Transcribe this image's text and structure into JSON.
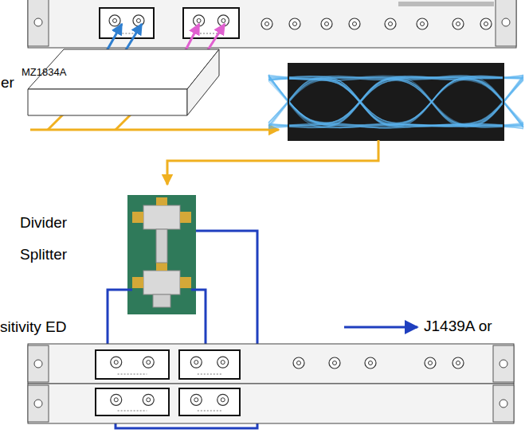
{
  "diagram": {
    "nodes": [
      {
        "text": [
          "MZ1834A"
        ]
      }
    ],
    "labels": [
      "er",
      "Divider",
      "Splitter",
      "sitivity ED",
      "J1439A or"
    ]
  }
}
